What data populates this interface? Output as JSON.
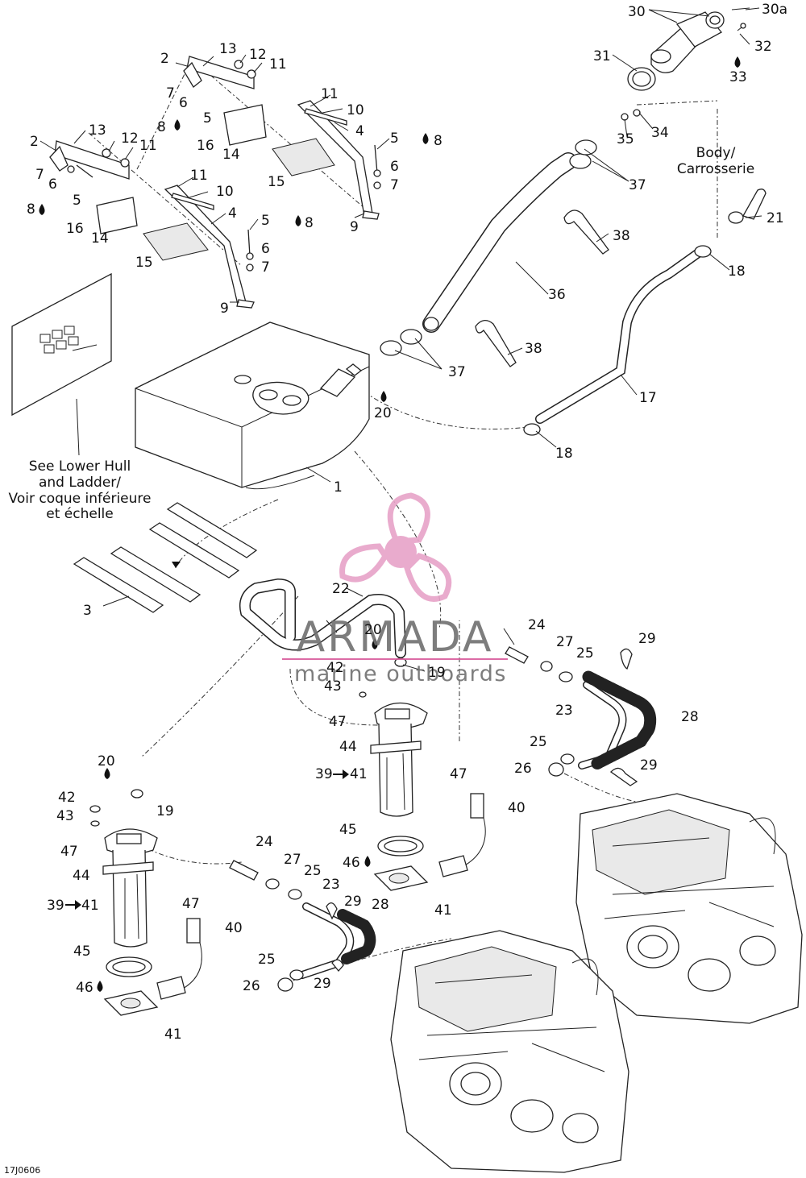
{
  "diagram": {
    "image_code": "17J0606",
    "notes": {
      "body": "Body/",
      "carrosserie": "Carrosserie",
      "lower_hull_1": "See Lower Hull",
      "lower_hull_2": "and Ladder/",
      "lower_hull_3": "Voir coque inférieure",
      "lower_hull_4": "et échelle"
    },
    "callouts": {
      "c1": "1",
      "c2a": "2",
      "c2b": "2",
      "c3": "3",
      "c4a": "4",
      "c4b": "4",
      "c5a": "5",
      "c5b": "5",
      "c5c": "5",
      "c5d": "5",
      "c6a": "6",
      "c6b": "6",
      "c6c": "6",
      "c6d": "6",
      "c7a": "7",
      "c7b": "7",
      "c7c": "7",
      "c7d": "7",
      "c8a": "8",
      "c8b": "8",
      "c8c": "8",
      "c8d": "8",
      "c9a": "9",
      "c9b": "9",
      "c10a": "10",
      "c10b": "10",
      "c11a": "11",
      "c11b": "11",
      "c11c": "11",
      "c11d": "11",
      "c12a": "12",
      "c12b": "12",
      "c13a": "13",
      "c13b": "13",
      "c14a": "14",
      "c14b": "14",
      "c15a": "15",
      "c15b": "15",
      "c16a": "16",
      "c16b": "16",
      "c17": "17",
      "c18a": "18",
      "c18b": "18",
      "c19a": "19",
      "c19b": "19",
      "c20a": "20",
      "c20b": "20",
      "c20c": "20",
      "c21": "21",
      "c22": "22",
      "c23a": "23",
      "c23b": "23",
      "c24a": "24",
      "c24b": "24",
      "c25a": "25",
      "c25b": "25",
      "c25c": "25",
      "c25d": "25",
      "c26a": "26",
      "c26b": "26",
      "c27a": "27",
      "c27b": "27",
      "c28a": "28",
      "c28b": "28",
      "c29a": "29",
      "c29b": "29",
      "c29c": "29",
      "c29d": "29",
      "c30": "30",
      "c30a": "30a",
      "c31": "31",
      "c32": "32",
      "c33": "33",
      "c34": "34",
      "c35": "35",
      "c36": "36",
      "c37a": "37",
      "c37b": "37",
      "c38a": "38",
      "c38b": "38",
      "c39a": "39",
      "c39b": "39",
      "c40a": "40",
      "c40b": "40",
      "c41a": "41",
      "c41b": "41",
      "c41c": "41",
      "c41d": "41",
      "c42a": "42",
      "c42b": "42",
      "c43a": "43",
      "c43b": "43",
      "c44a": "44",
      "c44b": "44",
      "c45a": "45",
      "c45b": "45",
      "c46a": "46",
      "c46b": "46",
      "c47a": "47",
      "c47b": "47",
      "c47c": "47",
      "c47d": "47"
    }
  },
  "watermark": {
    "brand": "ARMADA",
    "tagline": "marine outboards",
    "logo_color": "#e7a3c8",
    "logo_center_color": "#d95c9c",
    "text_color": "#707070"
  }
}
